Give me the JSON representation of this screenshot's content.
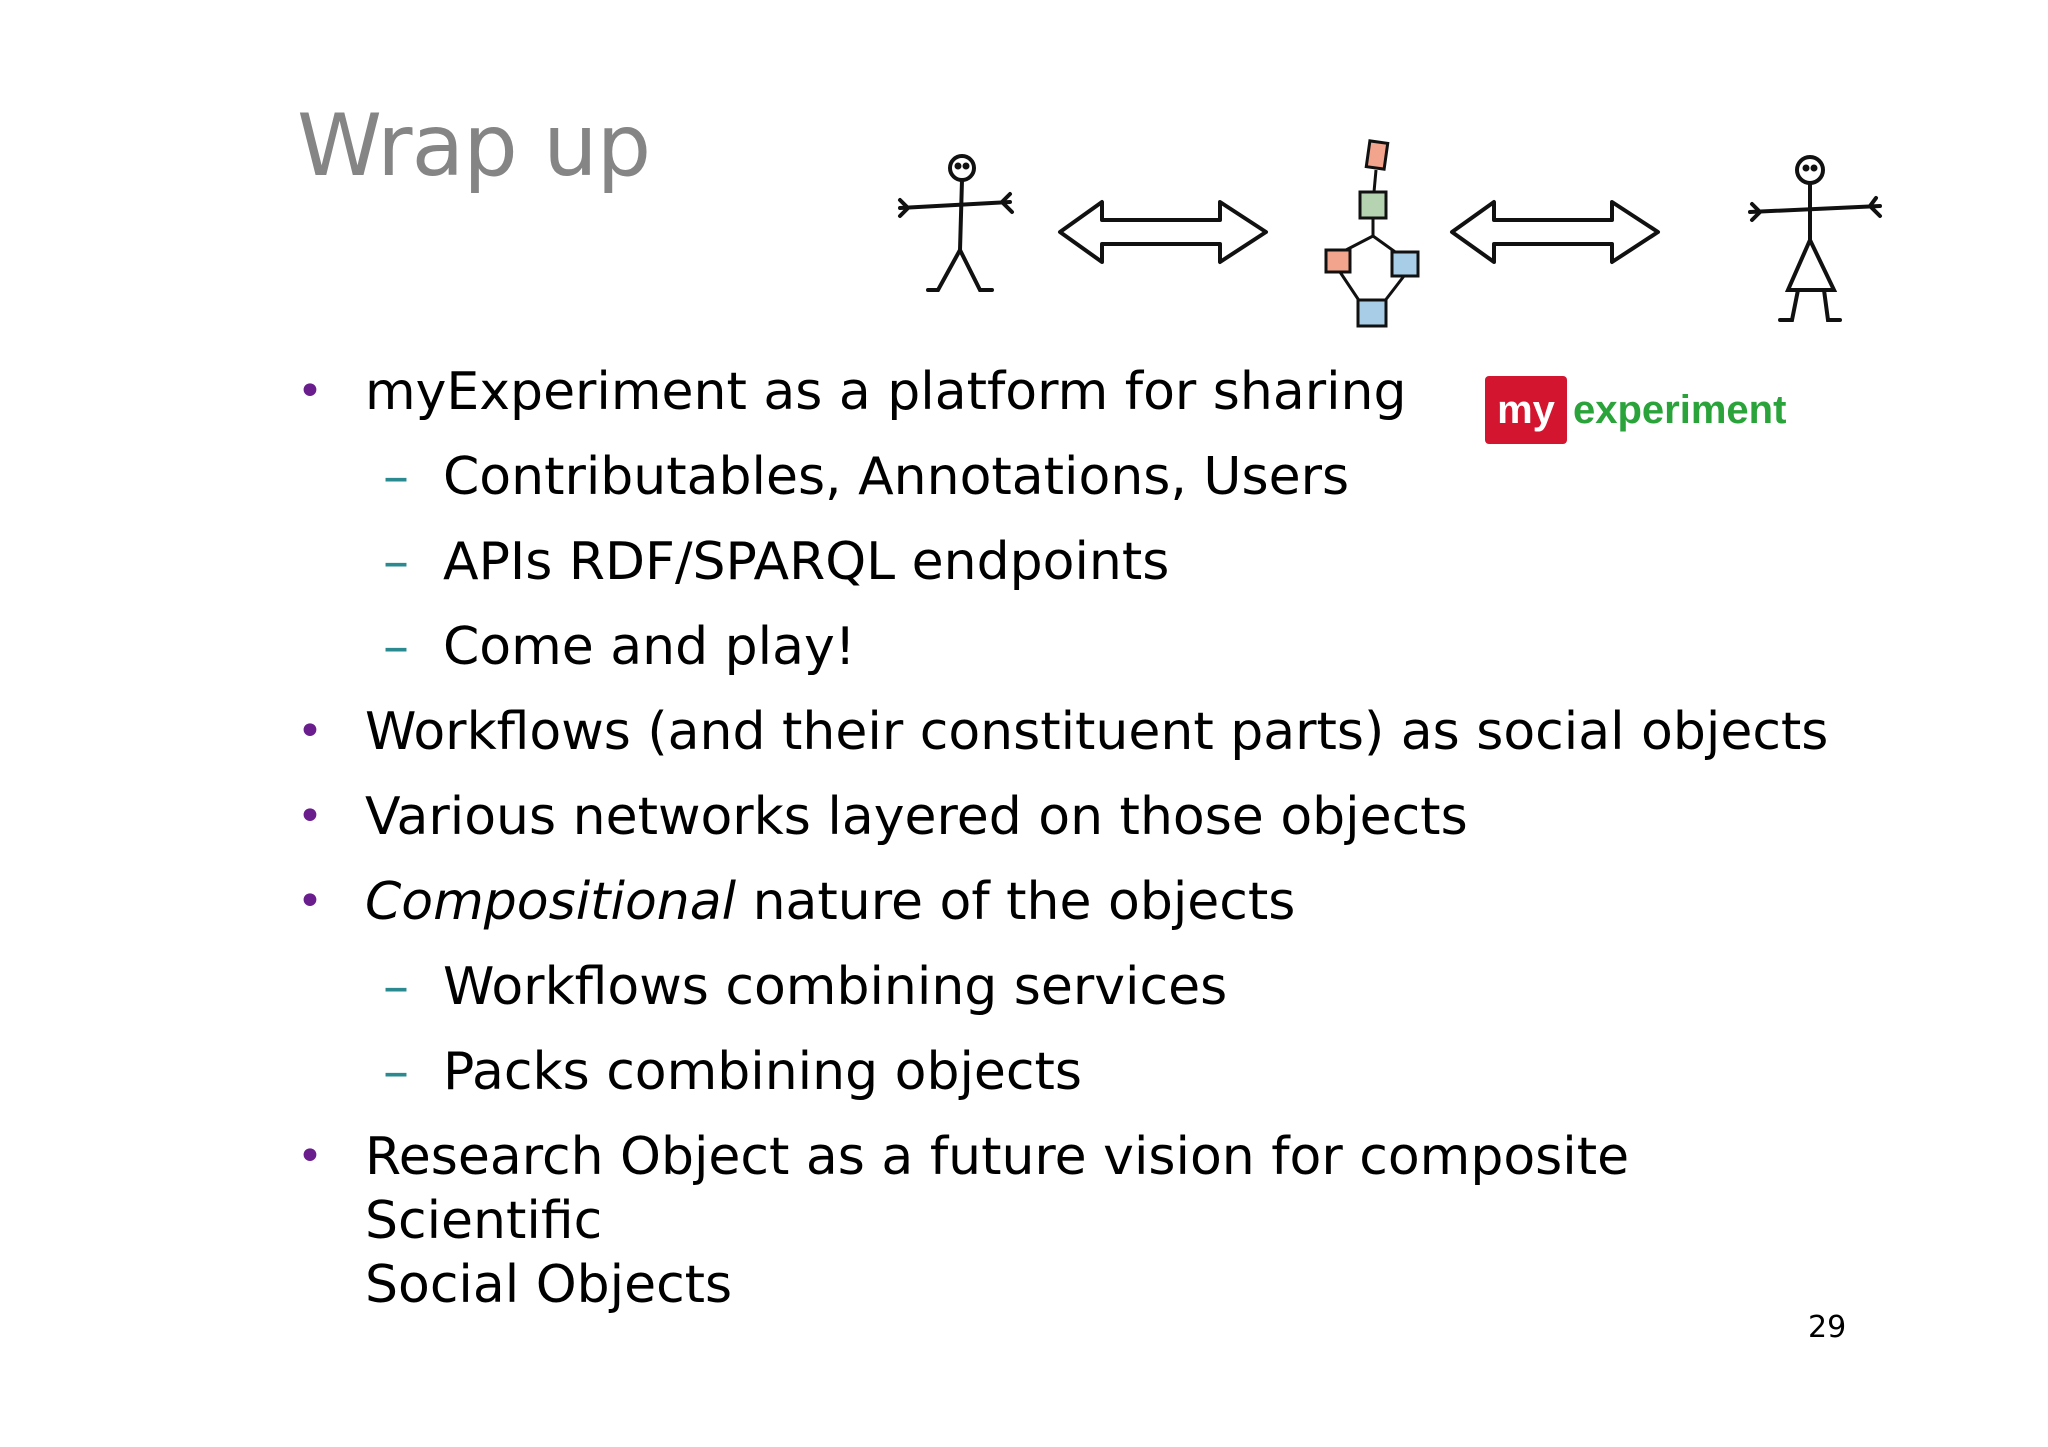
{
  "slide": {
    "title": "Wrap up",
    "page_number": "29",
    "logo": {
      "part1": "my",
      "part2": "experiment",
      "red": "#d3152f",
      "green": "#2aa43a"
    },
    "colors": {
      "title": "#858585",
      "bullet": "#6a1e8e",
      "dash": "#2a8a90"
    },
    "icons": [
      "stick-figure-man-icon",
      "double-arrow-icon",
      "workflow-graph-icon",
      "double-arrow-icon",
      "stick-figure-woman-icon"
    ],
    "bullets": [
      {
        "text": "myExperiment as a platform for sharing",
        "subs": [
          "Contributables, Annotations, Users",
          "APIs RDF/SPARQL endpoints",
          "Come and play!"
        ]
      },
      {
        "text": "Workflows (and their constituent parts) as social objects",
        "subs": []
      },
      {
        "text": "Various networks layered on those objects",
        "subs": []
      },
      {
        "emph": "Compositional",
        "text": " nature of the objects",
        "subs": [
          "Workflows combining services",
          "Packs combining objects"
        ]
      },
      {
        "text_line1": "Research Object as a future vision for composite Scientific",
        "text_line2": "Social Objects",
        "subs": []
      }
    ]
  }
}
